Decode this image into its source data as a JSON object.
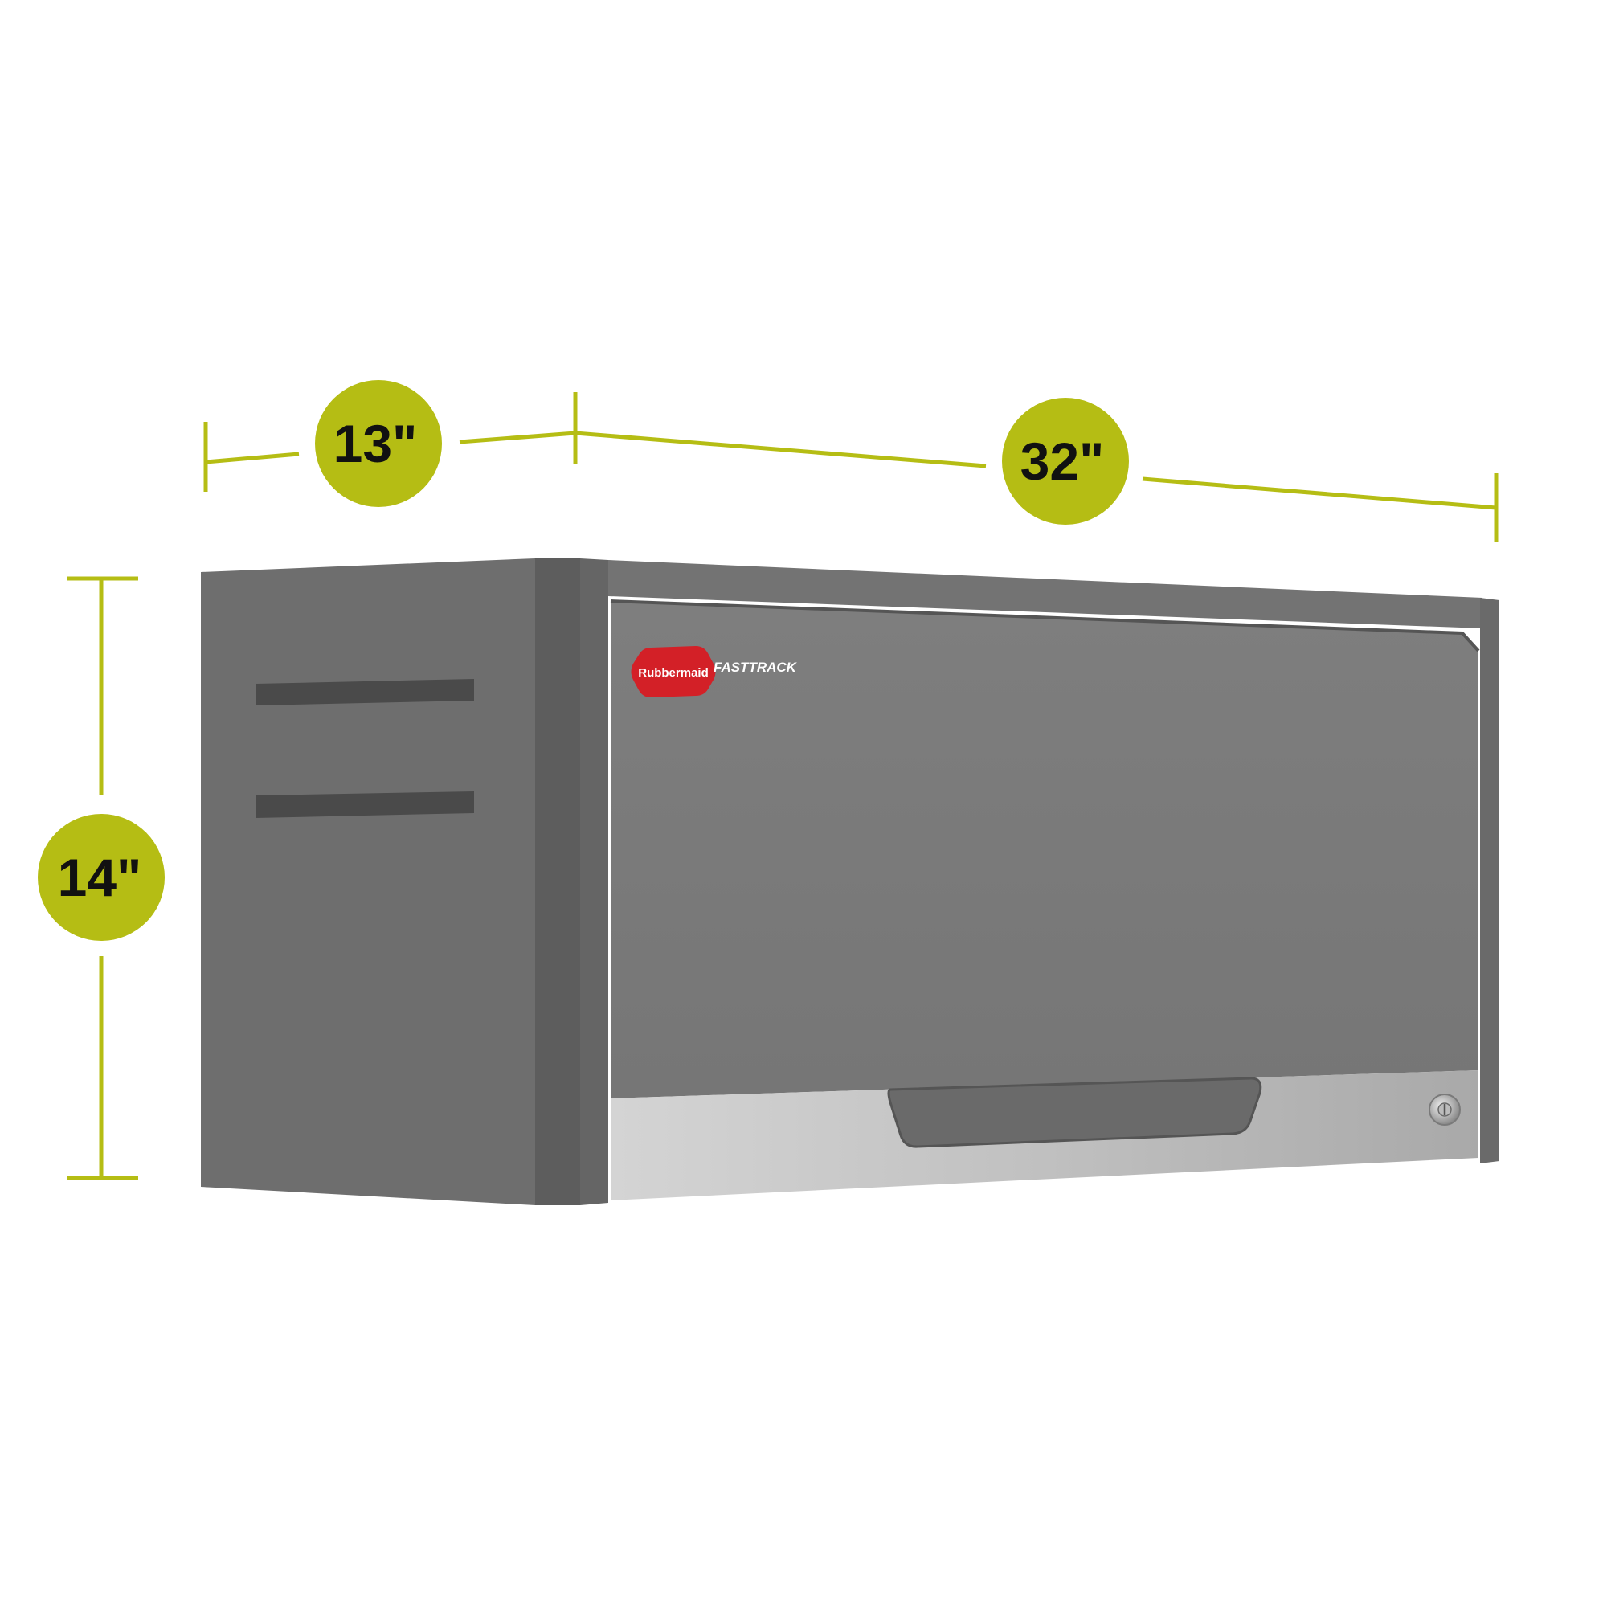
{
  "dimensions": {
    "depth": "13\"",
    "width": "32\"",
    "height": "14\""
  },
  "brand": {
    "logo": "Rubbermaid",
    "product": "FASTTRACK"
  },
  "colors": {
    "accent": "#b5bd14",
    "cabinet_front": "#7b7b7b",
    "cabinet_side": "#6e6e6e",
    "trim": "#bdbdbd",
    "logo_red": "#d32027"
  }
}
